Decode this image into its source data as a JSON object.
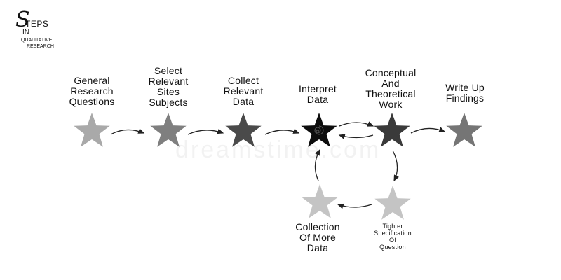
{
  "logo": {
    "initial": "S",
    "steps": "TEPS",
    "in": "IN",
    "qualitative": "QUALITATIVE",
    "research": "RESEARCH"
  },
  "watermark": "dreamstime.com",
  "steps": [
    {
      "id": "general-research-questions",
      "label": "General\nResearch\nQuestions",
      "color": "#a9a9a9"
    },
    {
      "id": "select-relevant-sites-subjects",
      "label": "Select\nRelevant\nSites\nSubjects",
      "color": "#7f7f7f"
    },
    {
      "id": "collect-relevant-data",
      "label": "Collect\nRelevant\nData",
      "color": "#4a4a4a"
    },
    {
      "id": "interpret-data",
      "label": "Interpret\nData",
      "color": "#0d0d0d"
    },
    {
      "id": "conceptual-and-theoretical-work",
      "label": "Conceptual\nAnd\nTheoretical\nWork",
      "color": "#3a3a3a"
    },
    {
      "id": "write-up-findings",
      "label": "Write Up\nFindings",
      "color": "#757575"
    },
    {
      "id": "collection-of-more-data",
      "label": "Collection\nOf More\nData",
      "color": "#c4c4c4"
    },
    {
      "id": "tighter-specification-of-question",
      "label": "Tighter\nSpecification\nOf\nQuestion",
      "color": "#c4c4c4"
    }
  ]
}
